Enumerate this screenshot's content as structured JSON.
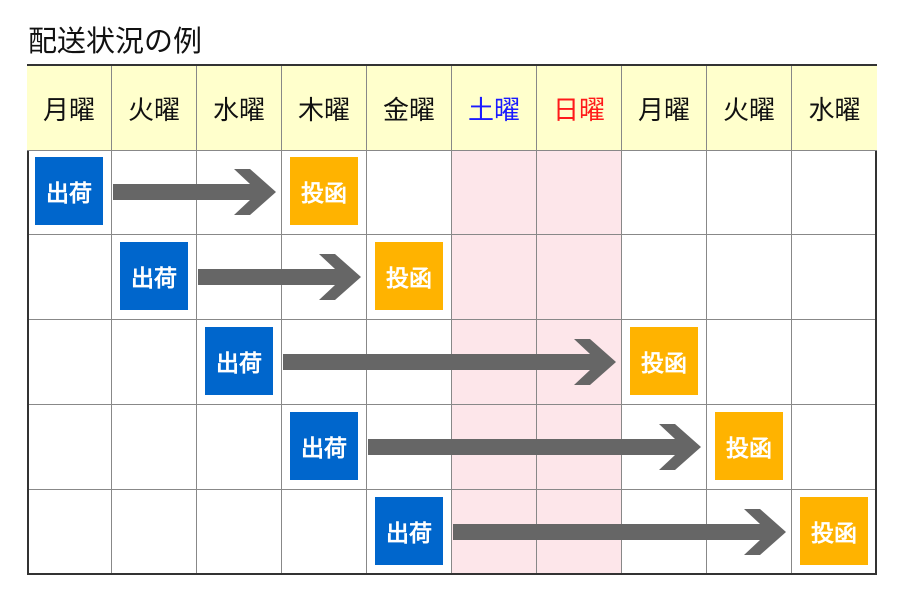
{
  "title": "配送状況の例",
  "days": [
    {
      "label": "月曜",
      "color": "#111111",
      "weekend": false
    },
    {
      "label": "火曜",
      "color": "#111111",
      "weekend": false
    },
    {
      "label": "水曜",
      "color": "#111111",
      "weekend": false
    },
    {
      "label": "木曜",
      "color": "#111111",
      "weekend": false
    },
    {
      "label": "金曜",
      "color": "#111111",
      "weekend": false
    },
    {
      "label": "土曜",
      "color": "#1a1aff",
      "weekend": true
    },
    {
      "label": "日曜",
      "color": "#ff1a1a",
      "weekend": true
    },
    {
      "label": "月曜",
      "color": "#111111",
      "weekend": false
    },
    {
      "label": "火曜",
      "color": "#111111",
      "weekend": false
    },
    {
      "label": "水曜",
      "color": "#111111",
      "weekend": false
    }
  ],
  "ship_label": "出荷",
  "post_label": "投函",
  "rows": [
    {
      "ship_day": 0,
      "post_day": 3
    },
    {
      "ship_day": 1,
      "post_day": 4
    },
    {
      "ship_day": 2,
      "post_day": 7
    },
    {
      "ship_day": 3,
      "post_day": 8
    },
    {
      "ship_day": 4,
      "post_day": 9
    }
  ]
}
